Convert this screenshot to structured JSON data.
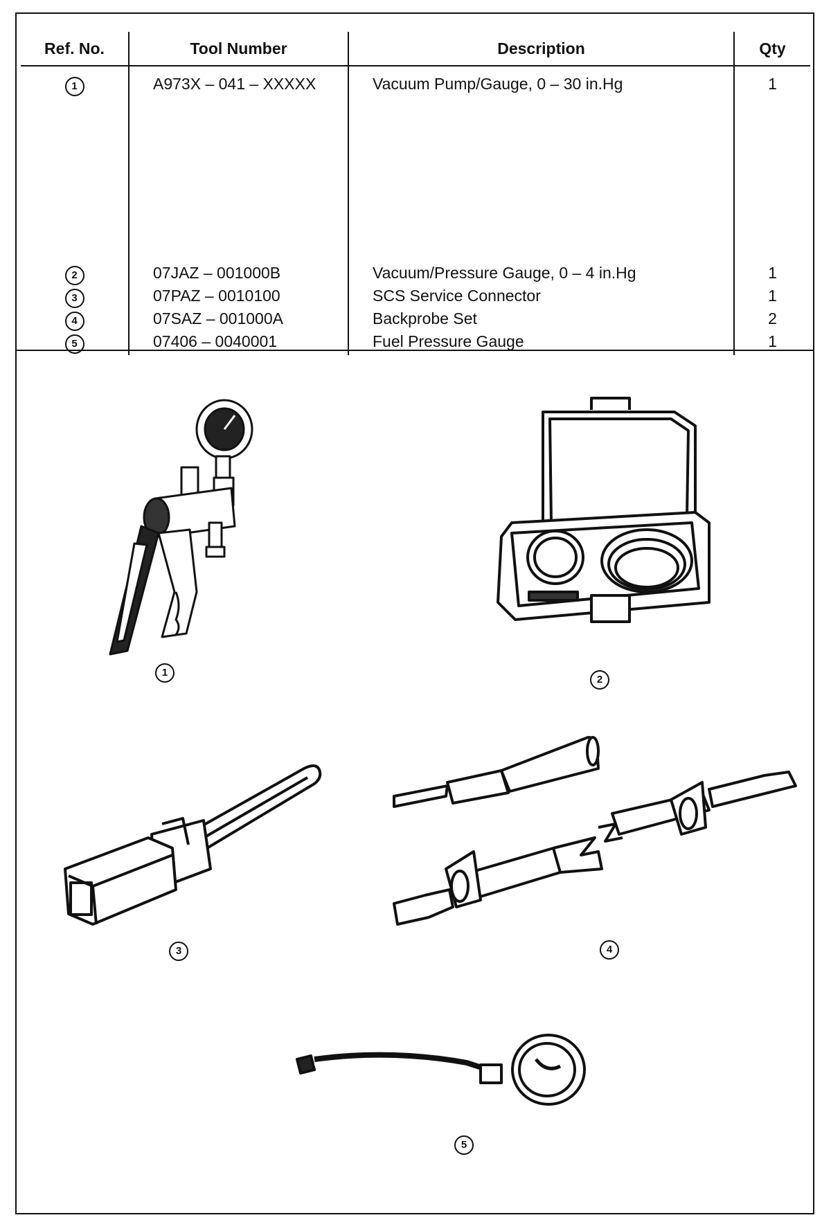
{
  "table": {
    "headers": {
      "ref": "Ref. No.",
      "tool": "Tool Number",
      "desc": "Description",
      "qty": "Qty"
    },
    "rows": [
      {
        "ref": "1",
        "tool": "A973X – 041 – XXXXX",
        "desc": "Vacuum Pump/Gauge, 0 – 30 in.Hg",
        "qty": "1"
      },
      {
        "ref": "2",
        "tool": "07JAZ – 001000B",
        "desc": "Vacuum/Pressure Gauge, 0 – 4 in.Hg",
        "qty": "1"
      },
      {
        "ref": "3",
        "tool": "07PAZ – 0010100",
        "desc": "SCS Service Connector",
        "qty": "1"
      },
      {
        "ref": "4",
        "tool": "07SAZ – 001000A",
        "desc": "Backprobe Set",
        "qty": "2"
      },
      {
        "ref": "5",
        "tool": "07406 – 0040001",
        "desc": "Fuel Pressure Gauge",
        "qty": "1"
      }
    ]
  },
  "figures": [
    {
      "label": "1",
      "icon": "vacuum-pump-gauge-illustration"
    },
    {
      "label": "2",
      "icon": "gauge-case-illustration"
    },
    {
      "label": "3",
      "icon": "service-connector-illustration"
    },
    {
      "label": "4",
      "icon": "backprobe-set-illustration"
    },
    {
      "label": "5",
      "icon": "fuel-pressure-gauge-illustration"
    }
  ]
}
